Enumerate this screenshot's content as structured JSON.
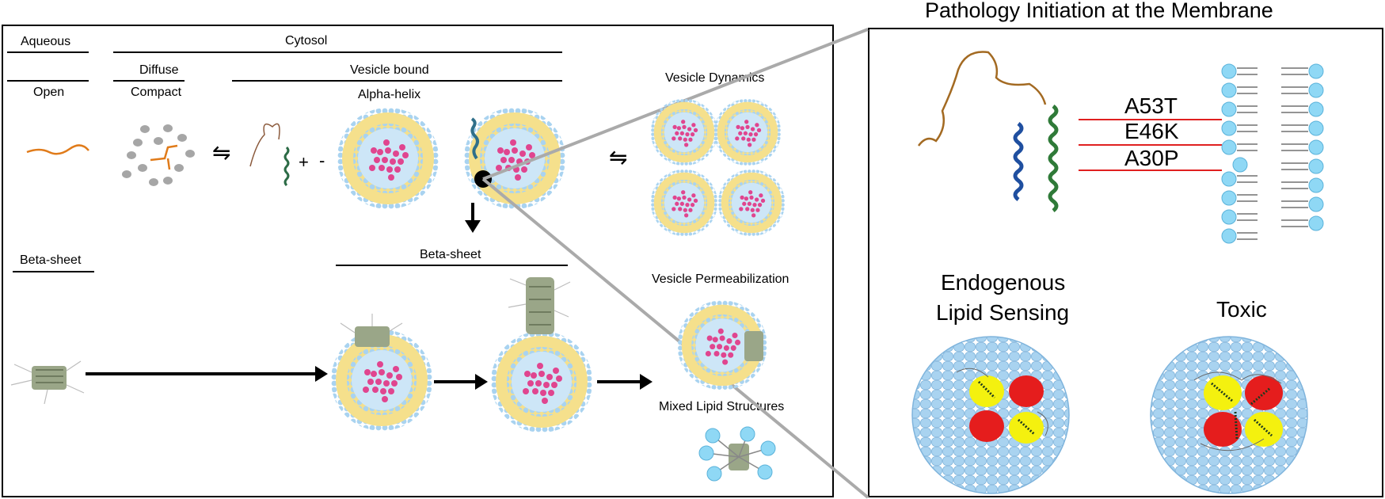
{
  "left_panel": {
    "headers": {
      "aqueous": "Aqueous",
      "cytosol": "Cytosol",
      "diffuse": "Diffuse",
      "vesicle_bound": "Vesicle bound",
      "open": "Open",
      "compact": "Compact",
      "alpha_helix": "Alpha-helix",
      "beta_sheet_left": "Beta-sheet",
      "beta_sheet_mid": "Beta-sheet"
    },
    "right_column": {
      "vesicle_dynamics": "Vesicle Dynamics",
      "vesicle_permeabilization": "Vesicle Permeabilization",
      "mixed_lipid_structures": "Mixed Lipid Structures"
    },
    "symbols": {
      "equilibrium": "⇋",
      "plus": "+",
      "minus": "-"
    }
  },
  "right_panel": {
    "title": "Pathology Initiation at the Membrane",
    "mutations": [
      "A53T",
      "E46K",
      "A30P"
    ],
    "endogenous_label_line1": "Endogenous",
    "endogenous_label_line2": "Lipid Sensing",
    "toxic_label": "Toxic"
  },
  "colors": {
    "vesicle_outer": "#a9d3f0",
    "vesicle_lipid": "#f5e08c",
    "vesicle_core": "#cde6f7",
    "cargo": "#e0458f",
    "protein_orange": "#e07b1a",
    "mutation_line": "#e02020",
    "micelle_red": "#e51d1d",
    "micelle_yellow": "#f4f10f",
    "lipid_head": "#8fd8f5"
  }
}
